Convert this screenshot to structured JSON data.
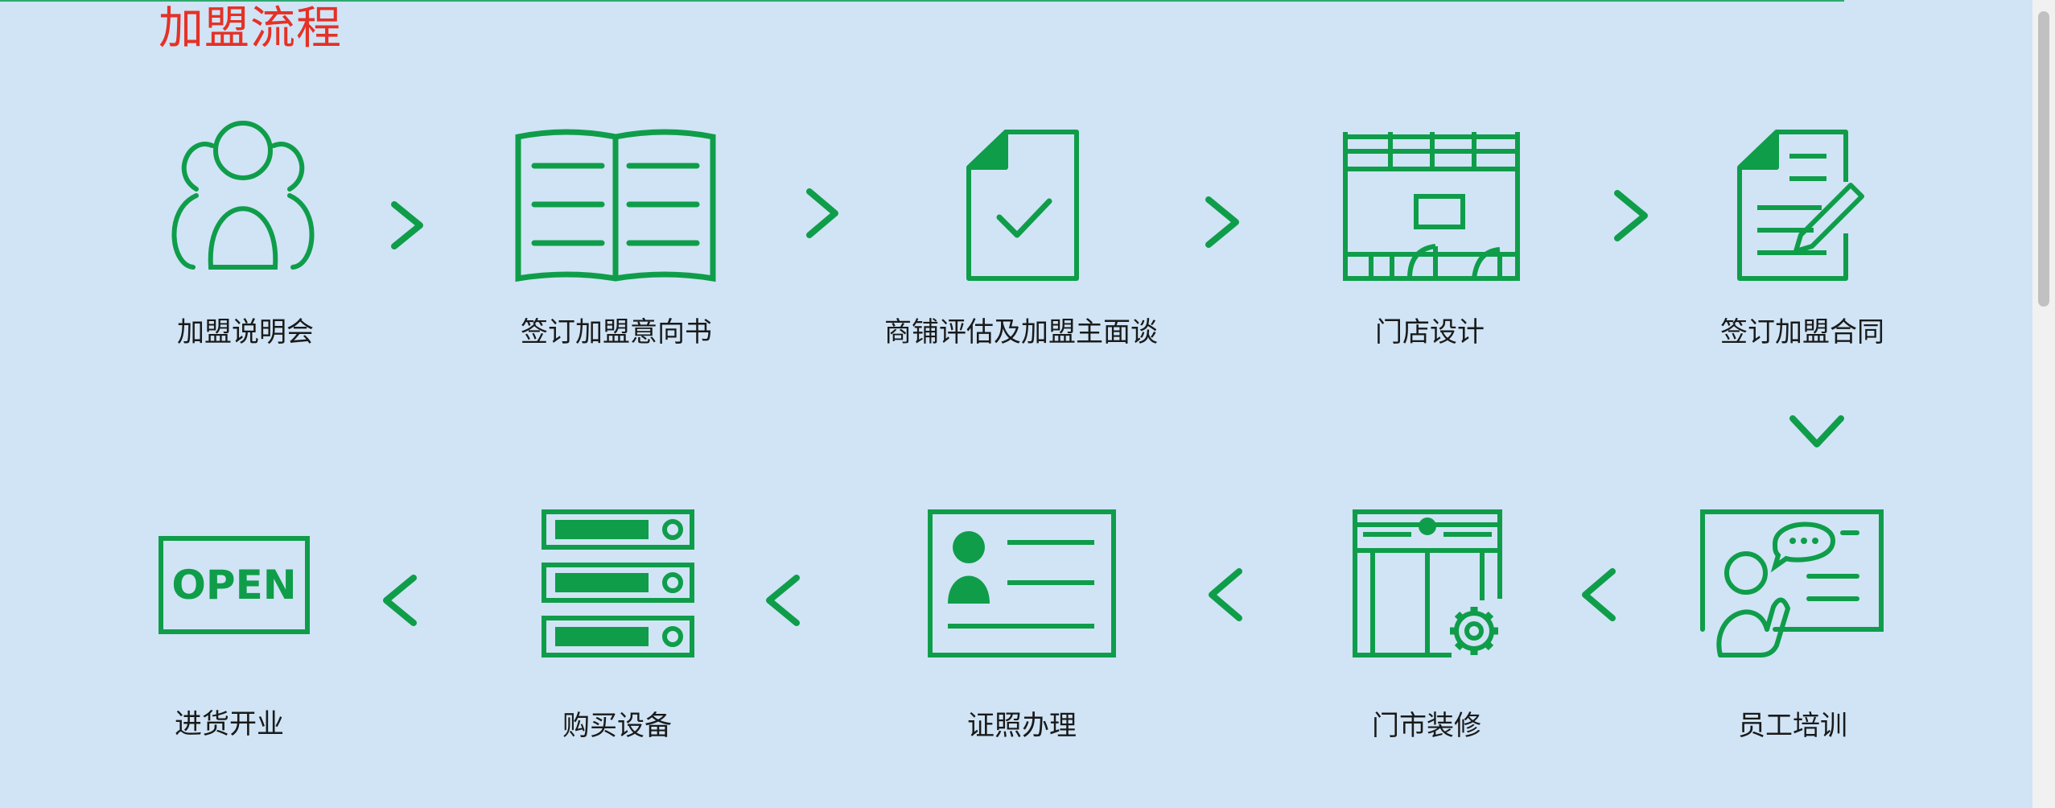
{
  "page": {
    "title": "加盟流程"
  },
  "colors": {
    "accent": "#0f9d4a",
    "title": "#e53126",
    "background": "#d0e4f5"
  },
  "steps": [
    {
      "label": "加盟说明会",
      "icon": "users-group-icon"
    },
    {
      "label": "签订加盟意向书",
      "icon": "open-book-icon"
    },
    {
      "label": "商铺评估及加盟主面谈",
      "icon": "document-check-icon"
    },
    {
      "label": "门店设计",
      "icon": "store-blueprint-icon"
    },
    {
      "label": "签订加盟合同",
      "icon": "contract-sign-icon"
    },
    {
      "label": "员工培训",
      "icon": "presentation-board-icon"
    },
    {
      "label": "门市装修",
      "icon": "store-renovation-icon"
    },
    {
      "label": "证照办理",
      "icon": "license-card-icon"
    },
    {
      "label": "购买设备",
      "icon": "server-rack-icon"
    },
    {
      "label": "进货开业",
      "icon": "open-sign-icon",
      "sign_text": "OPEN"
    }
  ]
}
